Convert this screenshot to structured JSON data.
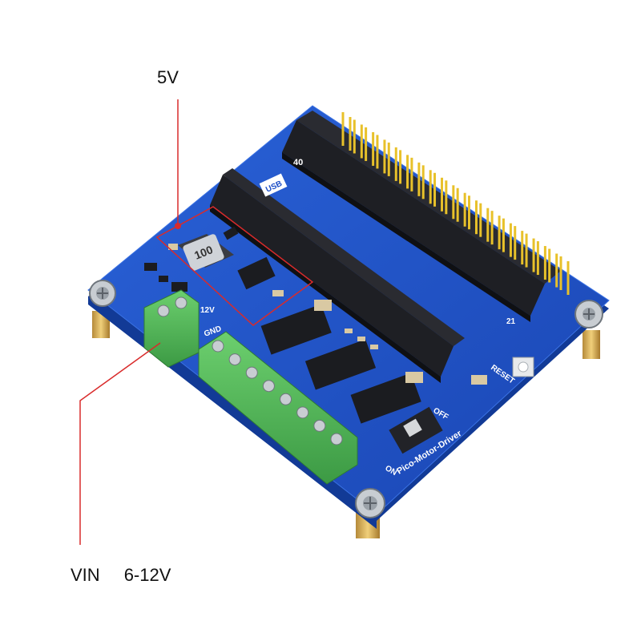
{
  "annotations": {
    "power_out_label": "5V",
    "power_in_label": "VIN",
    "power_in_range": "6-12V"
  },
  "board_silkscreen": {
    "product_name": "Pico-Motor-Driver",
    "reset_label": "RESET",
    "switch_on_label": "ON",
    "switch_off_label": "OFF",
    "usb_label": "USB",
    "pin_40_label": "40",
    "pin_21_label": "21",
    "gnd_label": "GND",
    "v12_label": "12V",
    "inductor_marking": "100"
  },
  "colors": {
    "pcb": "#1d4fc7",
    "pcb_edge": "#123a96",
    "terminal": "#4fb857",
    "header": "#1e1f24",
    "pins": "#e8c12a",
    "callout_line": "#d92b2b"
  }
}
